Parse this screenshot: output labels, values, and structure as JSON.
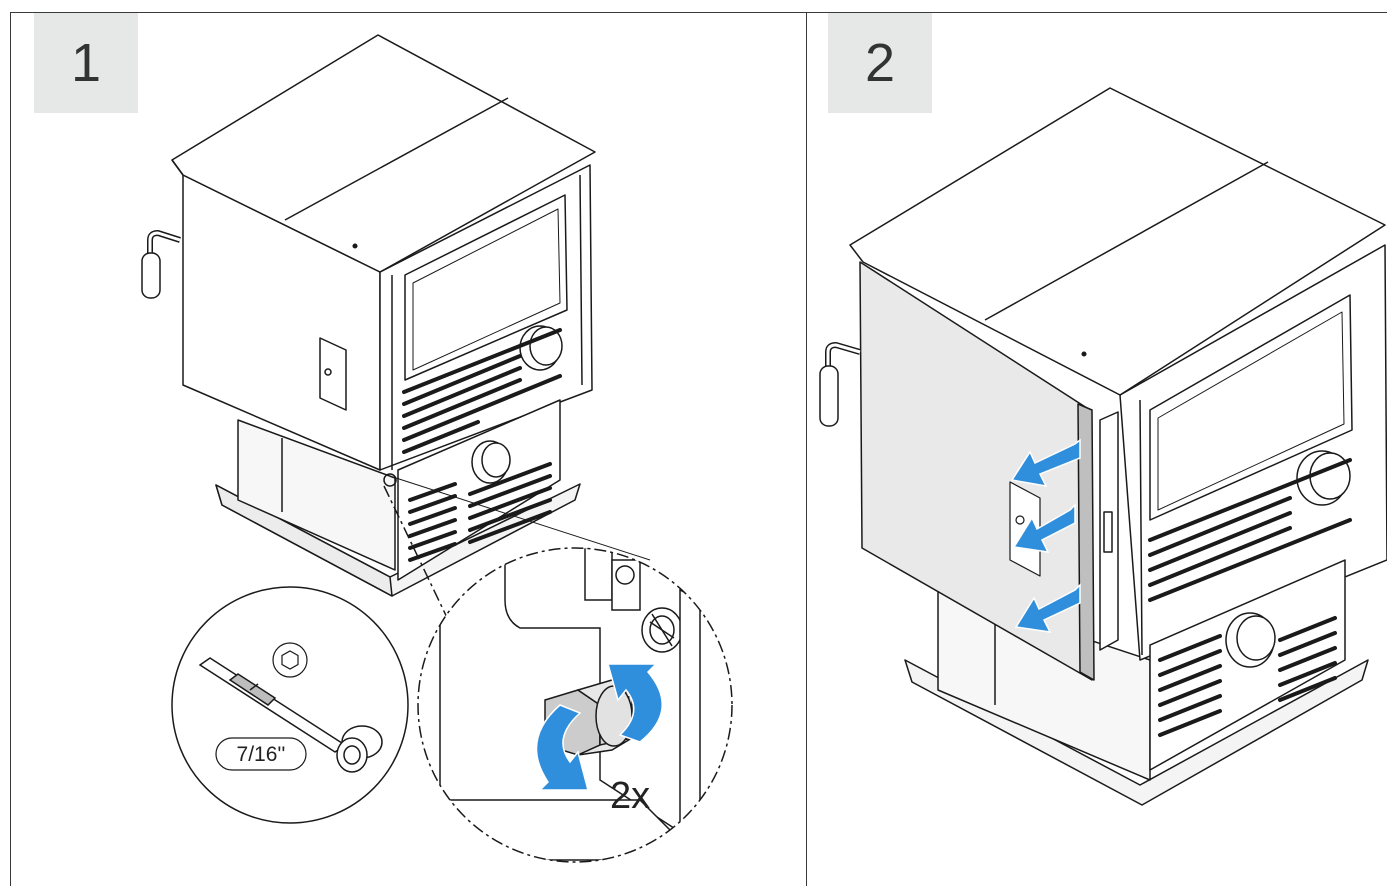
{
  "steps": [
    {
      "number": "1"
    },
    {
      "number": "2"
    }
  ],
  "tool": {
    "size_label": "7/16''"
  },
  "detail": {
    "repeat_label": "2x"
  },
  "colors": {
    "arrow": "#2f8fdc",
    "line": "#1a1a1a",
    "badge": "#e6e8e8",
    "panel_fill": "#e9e9e9"
  },
  "icons": [
    "hex-socket-icon",
    "rotate-arrow-icon",
    "pull-arrow-icon"
  ]
}
